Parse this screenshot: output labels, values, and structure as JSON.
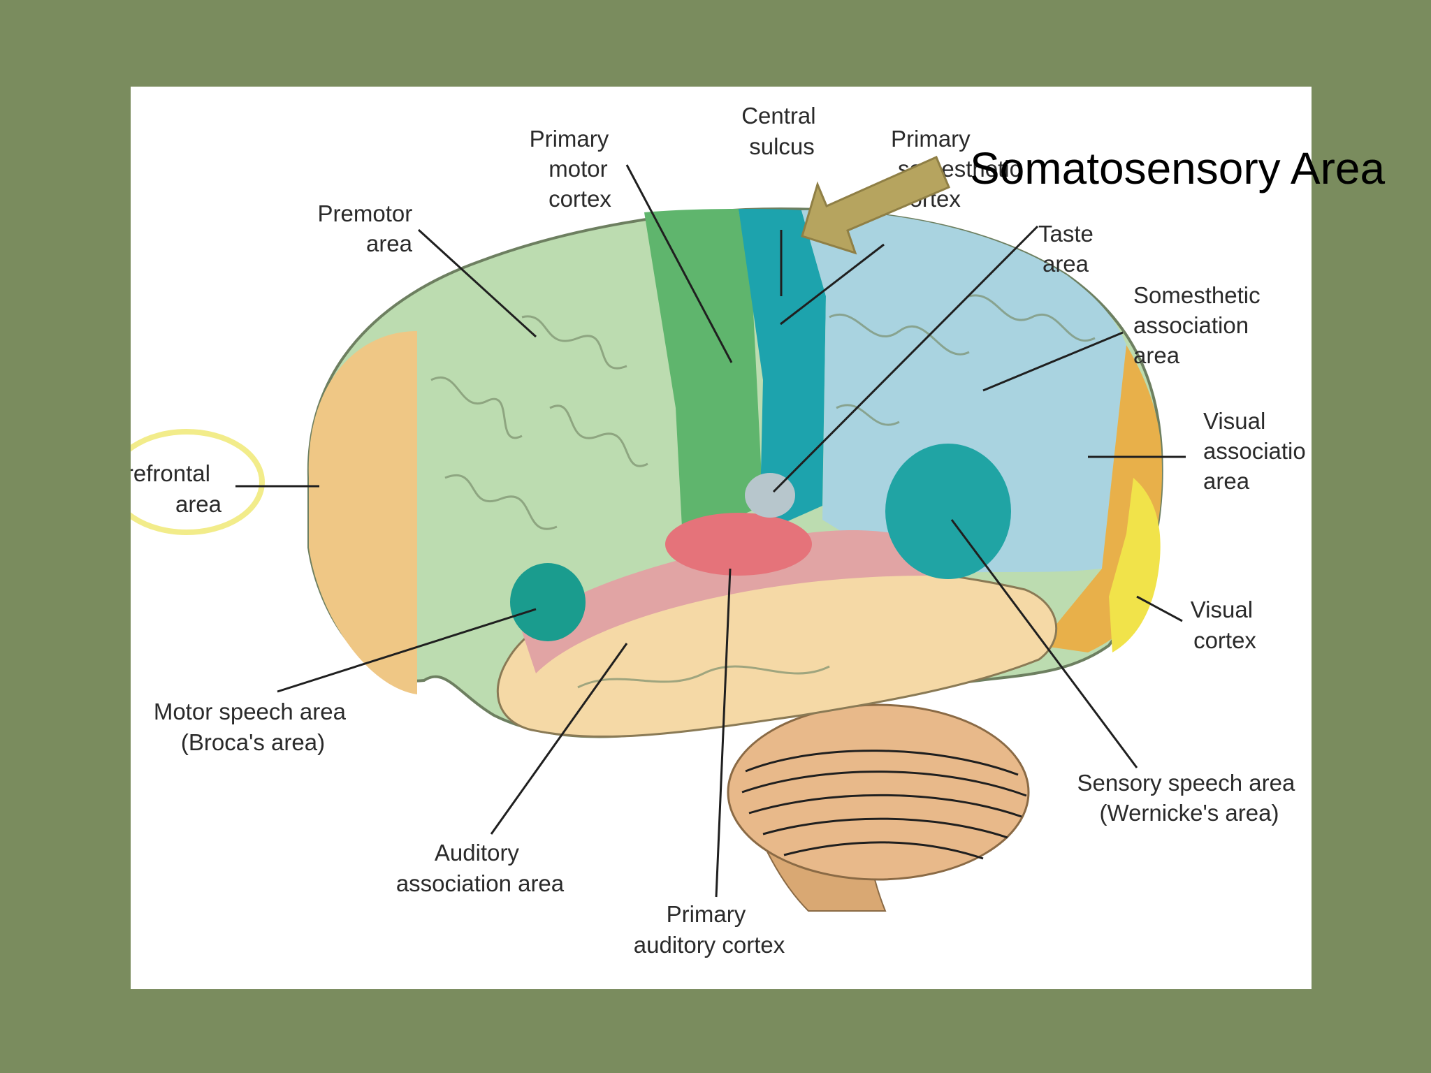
{
  "callout": {
    "text": "Somatosensory Area",
    "arrow_color": "#b6a45f",
    "highlight_ring_color": "#f2ec8a"
  },
  "labels": {
    "central_sulcus": [
      "Central",
      "sulcus"
    ],
    "primary_motor_cortex": [
      "Primary",
      "motor",
      "cortex"
    ],
    "premotor_area": [
      "Premotor",
      "area"
    ],
    "primary_somesthetic_cortex": [
      "Primary",
      "somesthetic",
      "cortex"
    ],
    "taste_area": [
      "Taste",
      "area"
    ],
    "somesthetic_association_area": [
      "Somesthetic",
      "association",
      "area"
    ],
    "visual_association_area": [
      "Visual",
      "associatio",
      "area"
    ],
    "prefrontal_area": [
      "refrontal",
      "area"
    ],
    "visual_cortex": [
      "Visual",
      "cortex"
    ],
    "motor_speech_area": [
      "Motor speech area",
      "(Broca's area)"
    ],
    "sensory_speech_area": [
      "Sensory speech area",
      "(Wernicke's area)"
    ],
    "auditory_association_area": [
      "Auditory",
      "association area"
    ],
    "primary_auditory_cortex": [
      "Primary",
      "auditory cortex"
    ]
  },
  "colors": {
    "background": "#7a8c5e",
    "prefrontal": "#efc785",
    "premotor": "#bcdcb0",
    "primary_motor": "#5fb56d",
    "somatosensory": "#1da3ad",
    "somesthetic_assoc": "#a9d3e0",
    "visual_assoc": "#e8b04a",
    "visual_cortex": "#f1e34a",
    "temporal": "#f5d9a6",
    "auditory_assoc": "#e1a4a4",
    "primary_auditory": "#e5737a",
    "broca": "#1a9c8e",
    "wernicke": "#20a4a4",
    "taste": "#b7c6cc",
    "cerebellum": "#e8b98a"
  }
}
